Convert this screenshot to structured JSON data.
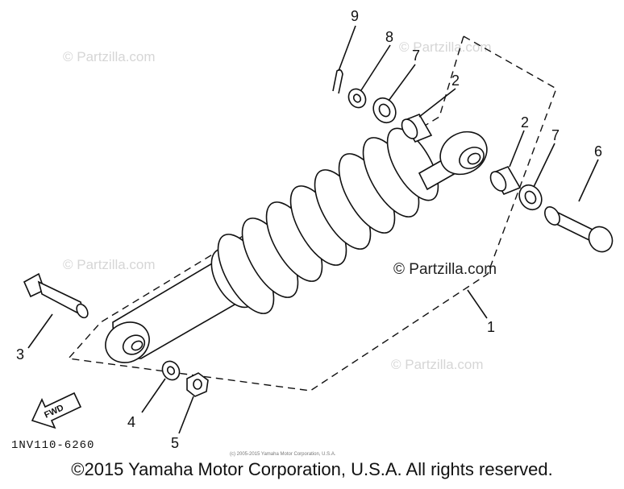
{
  "watermarks": {
    "w1": "© Partzilla.com",
    "w2": "© Partzilla.com",
    "w3": "© Partzilla.com",
    "w4": "© Partzilla.com",
    "main": "© Partzilla.com"
  },
  "callouts": {
    "c1": "1",
    "c2a": "2",
    "c2b": "2",
    "c3": "3",
    "c4": "4",
    "c5": "5",
    "c6": "6",
    "c7a": "7",
    "c7b": "7",
    "c8": "8",
    "c9": "9"
  },
  "fwd_label": "FWD",
  "diagram_code": "1NV110-6260",
  "small_copyright": "(c) 2005-2015 Yamaha Motor Corporation, U.S.A.",
  "footer": "©2015 Yamaha Motor Corporation, U.S.A. All rights reserved."
}
